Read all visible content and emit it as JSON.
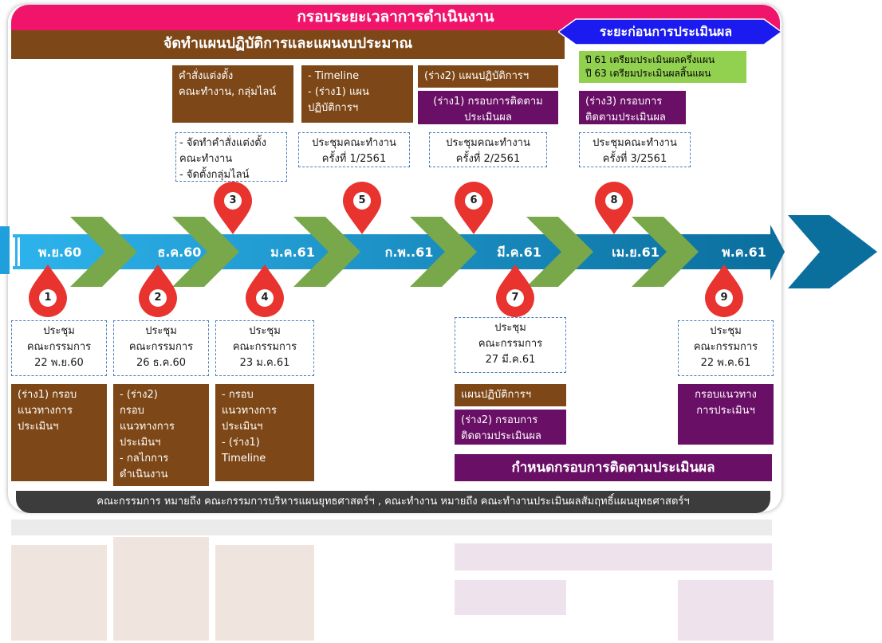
{
  "header": {
    "title": "กรอบระยะเวลาการดำเนินงาน",
    "plan_bar": "จัดทำแผนปฏิบัติการและแผนงบประมาณ",
    "pre_eval": "ระยะก่อนการประเมินผล",
    "green_note": "ปี 61 เตรียมประเมินผลครึ่งแผน\nปี 63 เตรียมประเมินผลสิ้นแผน"
  },
  "top_boxes": {
    "box_a": "คำสั่งแต่งตั้ง\nคณะทำงาน, กลุ่มไลน์",
    "box_b": "- Timeline\n- (ร่าง1) แผน\n  ปฏิบัติการฯ",
    "box_c": "(ร่าง2) แผนปฏิบัติการฯ",
    "box_d": "(ร่าง1) กรอบการติดตาม\nประเมินผล",
    "box_e": "(ร่าง3) กรอบการ\nติดตามประเมินผล"
  },
  "top_meetings": {
    "m3": "- จัดทำคำสั่งแต่งตั้ง\n  คณะทำงาน\n- จัดตั้งกลุ่มไลน์",
    "m5": "ประชุมคณะทำงาน\nครั้งที่ 1/2561",
    "m6": "ประชุมคณะทำงาน\nครั้งที่ 2/2561",
    "m8": "ประชุมคณะทำงาน\nครั้งที่ 3/2561"
  },
  "months": [
    "พ.ย.60",
    "ธ.ค.60",
    "ม.ค.61",
    "ก.พ..61",
    "มี.ค.61",
    "เม.ย.61",
    "พ.ค.61"
  ],
  "pins": [
    "1",
    "2",
    "3",
    "4",
    "5",
    "6",
    "7",
    "8",
    "9"
  ],
  "bottom_meetings": {
    "m1": "ประชุม\nคณะกรรมการ\n22 พ.ย.60",
    "m2": "ประชุม\nคณะกรรมการ\n26 ธ.ค.60",
    "m4": "ประชุม\nคณะกรรมการ\n23 ม.ค.61",
    "m7": "ประชุม\nคณะกรรมการ\n27 มี.ค.61",
    "m9": "ประชุม\nคณะกรรมการ\n22 พ.ค.61"
  },
  "bottom_boxes": {
    "b1": "(ร่าง1) กรอบ\nแนวทางการ\nประเมินฯ",
    "b2": "- (ร่าง2)\n  กรอบ\n  แนวทางการ\n  ประเมินฯ\n- กลไกการ\n  ดำเนินงาน",
    "b4": "- กรอบ\n  แนวทางการ\n  ประเมินฯ\n- (ร่าง1)\n  Timeline",
    "b7a": "แผนปฏิบัติการฯ",
    "b7b": "(ร่าง2) กรอบการ\nติดตามประเมินผล",
    "b9": "กรอบแนวทาง\nการประเมินฯ",
    "wide": "กำหนดกรอบการติดตามประเมินผล"
  },
  "footer": "คณะกรรมการ หมายถึง คณะกรรมการบริหารแผนยุทธศาสตร์ฯ ,    คณะทำงาน หมายถึง คณะทำงานประเมินผลสัมฤทธิ์แผนยุทธศาสตร์ฯ",
  "colors": {
    "title_bar": "#f0156a",
    "plan_brown": "#7d4717",
    "purple": "#6a0f66",
    "green": "#92d050",
    "timeline_blue": "#1fa0dc",
    "chevron_green": "#78a84a",
    "pin_red": "#e8332f",
    "big_arrow": "#0b6f9e"
  }
}
